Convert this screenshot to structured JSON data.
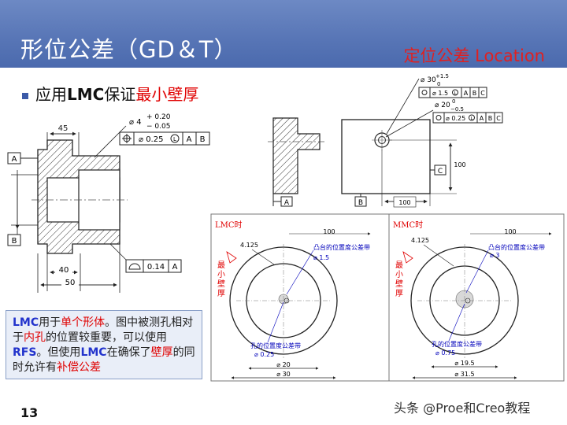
{
  "title": "形位公差（GD＆T）",
  "subtitle": "定位公差 Location",
  "bullet": {
    "prefix": "应用",
    "bold": "LMC",
    "mid": "保证",
    "red": "最小壁厚"
  },
  "note": {
    "p1": "LMC",
    "p2": "用于",
    "p3": "单个形体",
    "p4": "。图中被测孔相对于",
    "p5": "内孔",
    "p6": "的位置较重要，可以使用",
    "p7": "RFS",
    "p8": "。但使用",
    "p9": "LMC",
    "p10": "在确保了",
    "p11": "壁厚",
    "p12": "的同时允许有",
    "p13": "补偿公差"
  },
  "page_number": "13",
  "watermark": "头条 @Proe和Creo教程",
  "left_drawing": {
    "dim_top": "45",
    "hole_dia": "⌀ 4",
    "hole_tol_plus": "+ 0.20",
    "hole_tol_minus": "− 0.05",
    "fcf_value": "⌀ 0.25",
    "fcf_mod": "L",
    "fcf_datum1": "A",
    "fcf_datum2": "B",
    "datum_a": "A",
    "datum_b": "B",
    "profile_value": "0.14",
    "profile_datum": "A",
    "dim_40": "40",
    "dim_50": "50"
  },
  "right_drawing": {
    "hole_dia": "⌀ 30",
    "hole_tol_plus": "+1.5",
    "hole_tol_minus": "0",
    "fcf1_value": "⌀ 1.5",
    "fcf1_mod": "L",
    "fcf1_d1": "A",
    "fcf1_d2": "B",
    "fcf1_d3": "C",
    "boss_dia": "⌀ 20",
    "boss_tol_plus": "0",
    "boss_tol_minus": "−0.5",
    "fcf2_value": "⌀ 0.25",
    "fcf2_mod": "L",
    "fcf2_d1": "A",
    "fcf2_d2": "B",
    "fcf2_d3": "C",
    "datum_a": "A",
    "datum_b": "B",
    "datum_c": "C",
    "dim_100_v": "100",
    "dim_100_h": "100"
  },
  "lmc_panel": {
    "label": "LMC时",
    "wall": [
      "最",
      "小",
      "壁",
      "厚"
    ],
    "dim_top": "100",
    "dim_4125": "4.125",
    "boss_zone": "凸台的位置度公差带",
    "boss_zone_val": "⌀ 1.5",
    "hole_zone": "孔的位置度公差带",
    "hole_zone_val": "⌀ 0.25",
    "dim_inner": "⌀ 20",
    "dim_outer": "⌀ 30"
  },
  "mmc_panel": {
    "label": "MMC时",
    "wall": [
      "最",
      "小",
      "壁",
      "厚"
    ],
    "dim_top": "100",
    "dim_4125": "4.125",
    "boss_zone": "凸台的位置度公差带",
    "boss_zone_val": "⌀ 3",
    "hole_zone": "孔的位置度公差带",
    "hole_zone_val": "⌀ 0.75",
    "dim_inner": "⌀ 19.5",
    "dim_outer": "⌀ 31.5"
  },
  "colors": {
    "header": "#5674b5",
    "accent_red": "#e00000",
    "note_blue": "#2233cc"
  }
}
